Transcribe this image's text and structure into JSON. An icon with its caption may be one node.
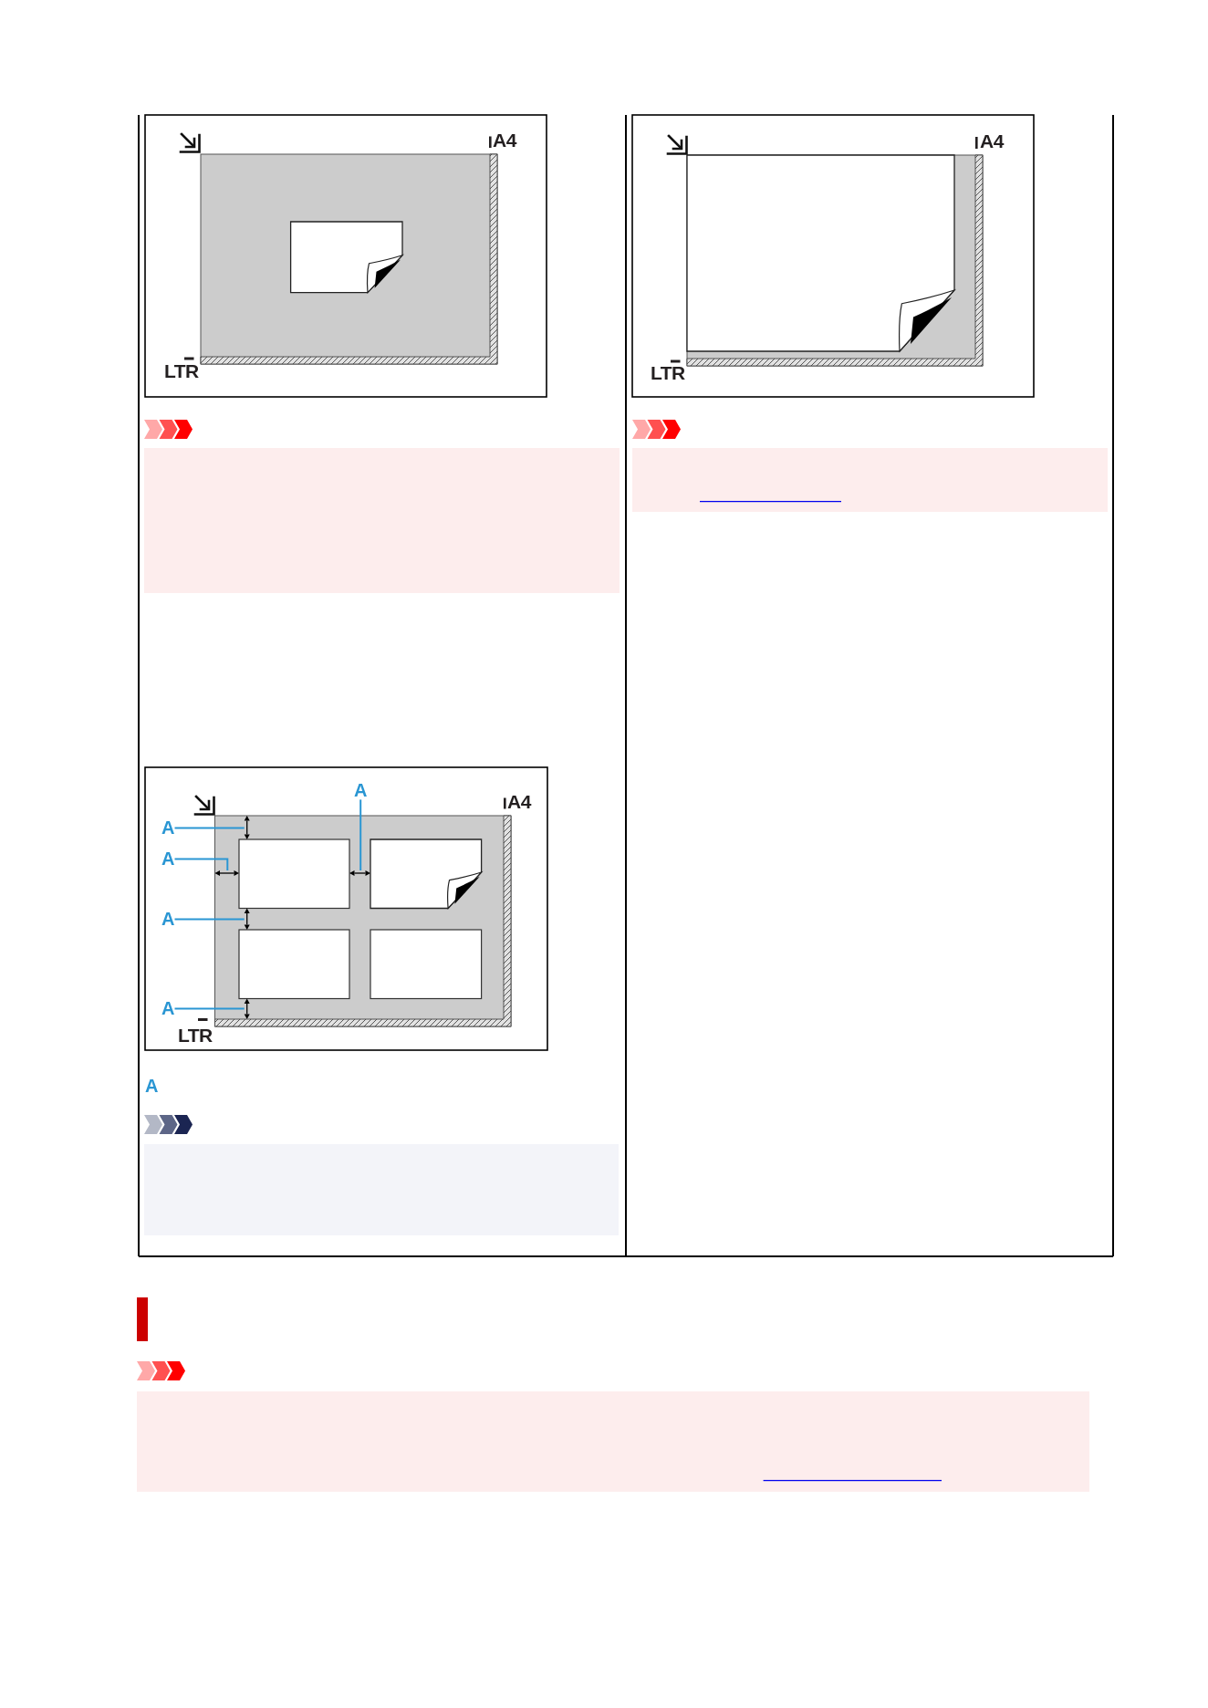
{
  "diagram": {
    "nodes": [
      {
        "text": [
          "A"
        ]
      },
      {
        "text": [
          "A"
        ]
      },
      {
        "text": [
          "A"
        ]
      },
      {
        "text": [
          "A"
        ]
      },
      {
        "text": [
          "A"
        ]
      },
      {
        "text": [],
        "shape": "arrow"
      },
      {
        "text": [],
        "shape": "arrow"
      },
      {
        "text": [],
        "shape": "arrow"
      },
      {
        "text": [],
        "shape": "arrow"
      },
      {
        "text": [],
        "shape": "arrow"
      }
    ],
    "edges": [
      {
        "from": 0,
        "to": 7,
        "arrow": "none"
      },
      {
        "from": 1,
        "to": 5,
        "arrow": "none"
      },
      {
        "from": 2,
        "to": 6,
        "arrow": "none"
      },
      {
        "from": 3,
        "to": 8,
        "arrow": "none"
      },
      {
        "from": 4,
        "to": 9,
        "arrow": "none"
      }
    ],
    "labels": [
      "A4",
      "LTR",
      "A4",
      "LTR",
      "A4",
      "LTR",
      "A"
    ]
  }
}
